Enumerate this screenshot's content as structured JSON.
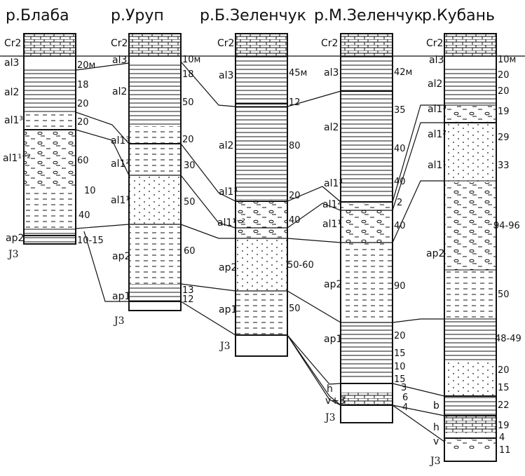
{
  "columns": [
    {
      "title": "р.Блаба",
      "top_label": "Cr2",
      "base_label": "J3",
      "units": [
        {
          "label": "al3",
          "thickness": "20м"
        },
        {
          "label": "al2",
          "thickness": "18"
        },
        {
          "label": "",
          "thickness": "20"
        },
        {
          "label": "al1³",
          "thickness": "20"
        },
        {
          "label": "al1¹⁻²",
          "thickness": "60"
        },
        {
          "label": "",
          "thickness": "10"
        },
        {
          "label": "",
          "thickness": "40"
        },
        {
          "label": "ap2",
          "thickness": "10-15"
        }
      ]
    },
    {
      "title": "р.Уруп",
      "top_label": "Cr2",
      "base_label": "J3",
      "units": [
        {
          "label": "al3",
          "thickness": "10м"
        },
        {
          "label": "al2",
          "thickness": "18"
        },
        {
          "label": "",
          "thickness": "50"
        },
        {
          "label": "al1³",
          "thickness": "20"
        },
        {
          "label": "al1²",
          "thickness": "30"
        },
        {
          "label": "al1¹",
          "thickness": "50"
        },
        {
          "label": "ap2",
          "thickness": "60"
        },
        {
          "label": "ap1",
          "thickness": "13"
        },
        {
          "label": "",
          "thickness": "12"
        }
      ]
    },
    {
      "title": "р.Б.Зеленчук",
      "top_label": "Cr2",
      "base_label": "J3",
      "units": [
        {
          "label": "al3",
          "thickness": "45м"
        },
        {
          "label": "",
          "thickness": "12"
        },
        {
          "label": "al2",
          "thickness": "80"
        },
        {
          "label": "al1³",
          "thickness": "20"
        },
        {
          "label": "al1¹⁻²",
          "thickness": "40"
        },
        {
          "label": "ap2",
          "thickness": "50-60"
        },
        {
          "label": "ap1",
          "thickness": "50"
        }
      ]
    },
    {
      "title": "р.М.Зеленчук",
      "top_label": "Cr2",
      "base_label": "J3",
      "units": [
        {
          "label": "al3",
          "thickness": "42м"
        },
        {
          "label": "al2",
          "thickness": "35"
        },
        {
          "label": "",
          "thickness": "40"
        },
        {
          "label": "al1³",
          "thickness": "40"
        },
        {
          "label": "al1²",
          "thickness": "2"
        },
        {
          "label": "al1¹",
          "thickness": "40"
        },
        {
          "label": "ap2",
          "thickness": "90"
        },
        {
          "label": "",
          "thickness": "20"
        },
        {
          "label": "ap1",
          "thickness": "15"
        },
        {
          "label": "",
          "thickness": "10"
        },
        {
          "label": "",
          "thickness": "15"
        },
        {
          "label": "h",
          "thickness": "3"
        },
        {
          "label": "v+3",
          "thickness": "6"
        },
        {
          "label": "",
          "thickness": "4"
        }
      ]
    },
    {
      "title": "р.Кубань",
      "top_label": "Cr2",
      "base_label": "J3",
      "units": [
        {
          "label": "al3",
          "thickness": "10м"
        },
        {
          "label": "al2",
          "thickness": "20"
        },
        {
          "label": "",
          "thickness": "20"
        },
        {
          "label": "al1³",
          "thickness": "19"
        },
        {
          "label": "al1²",
          "thickness": "29"
        },
        {
          "label": "al1¹",
          "thickness": "33"
        },
        {
          "label": "ap2",
          "thickness": "94-96"
        },
        {
          "label": "",
          "thickness": "50"
        },
        {
          "label": "",
          "thickness": "48-49"
        },
        {
          "label": "",
          "thickness": "20"
        },
        {
          "label": "b",
          "thickness": "15"
        },
        {
          "label": "",
          "thickness": "22"
        },
        {
          "label": "h",
          "thickness": "19"
        },
        {
          "label": "v",
          "thickness": "4"
        },
        {
          "label": "",
          "thickness": "11"
        }
      ]
    }
  ]
}
